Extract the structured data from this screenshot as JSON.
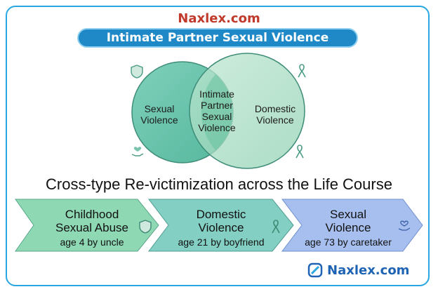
{
  "brand_top": "Naxlex.com",
  "title": "Intimate Partner Sexual Violence",
  "venn": {
    "left_label_line1": "Sexual",
    "left_label_line2": "Violence",
    "center_line1": "Intimate",
    "center_line2": "Partner",
    "center_line3": "Sexual",
    "center_line4": "Violence",
    "right_label_line1": "Domestic",
    "right_label_line2": "Violence"
  },
  "heading": "Cross-type Re-victimization across the Life Course",
  "stages": [
    {
      "title_line1": "Childhood",
      "title_line2": "Sexual Abuse",
      "subtitle": "age 4 by uncle",
      "icon": "shield-icon"
    },
    {
      "title_line1": "Domestic",
      "title_line2": "Violence",
      "subtitle": "age 21 by boyfriend",
      "icon": "ribbon-icon"
    },
    {
      "title_line1": "Sexual",
      "title_line2": "Violence",
      "subtitle": "age 73 by caretaker",
      "icon": "hand-heart-icon"
    }
  ],
  "brand_bottom": "Naxlex.com",
  "colors": {
    "border": "#2aa7e0",
    "title_bg": "#1f88c7",
    "brand_red": "#c0392b",
    "brand_blue": "#1e63b4",
    "stage1": "#8fd8b4",
    "stage2": "#83cfc3",
    "stage3": "#a6bfee"
  }
}
